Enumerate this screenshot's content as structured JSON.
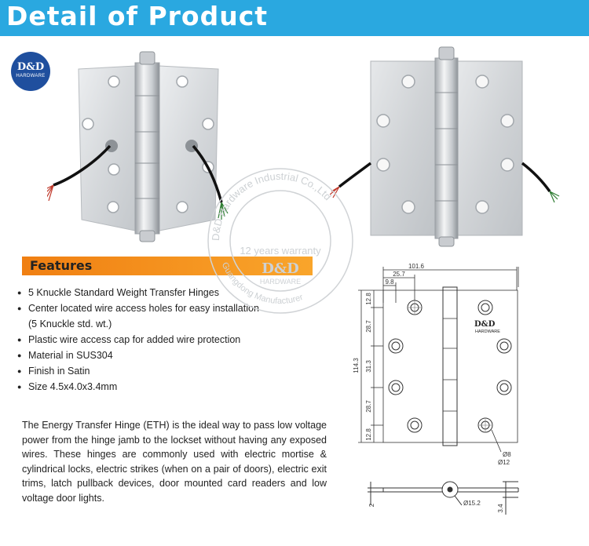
{
  "banner": {
    "title": "Detail of Product"
  },
  "logo": {
    "main": "D&D",
    "sub": "HARDWARE"
  },
  "features": {
    "heading": "Features",
    "items": [
      "5 Knuckle Standard Weight Transfer Hinges",
      "Center located wire access holes for easy installation",
      "(5 Knuckle std. wt.)",
      "Plastic wire access cap for added wire protection",
      "Material in SUS304",
      "Finish in Satin",
      "Size 4.5x4.0x3.4mm"
    ]
  },
  "description": "The Energy Transfer Hinge (ETH) is the ideal way to pass low voltage power from the hinge jamb to the lockset without having any exposed wires. These hinges are commonly used with electric mortise & cylindrical locks, electric strikes (when on a pair of doors), electric exit trims, latch pullback devices, door mounted card readers and low voltage door lights.",
  "watermark": {
    "ring_text": "D&D Hardware Industrial Co.,Ltd",
    "warranty": "12 years warranty",
    "brand": "D&D",
    "sub": "HARDWARE",
    "maker": "Guangdong Manufacturer"
  },
  "drawing": {
    "logo_main": "D&D",
    "logo_sub": "HARDWARE",
    "dim_width": "101.6",
    "dim_25_7": "25.7",
    "dim_9_8": "9.8",
    "dim_height": "114.3",
    "dim_12_8_top": "12.8",
    "dim_28_7_top": "28.7",
    "dim_31_3": "31.3",
    "dim_28_7_bottom": "28.7",
    "dim_12_8_bottom": "12.8",
    "dim_hole_small": "Ø8",
    "dim_hole_large": "Ø12",
    "dim_knuckle": "Ø15.2",
    "dim_thickness": "2",
    "dim_depth": "3.4"
  }
}
